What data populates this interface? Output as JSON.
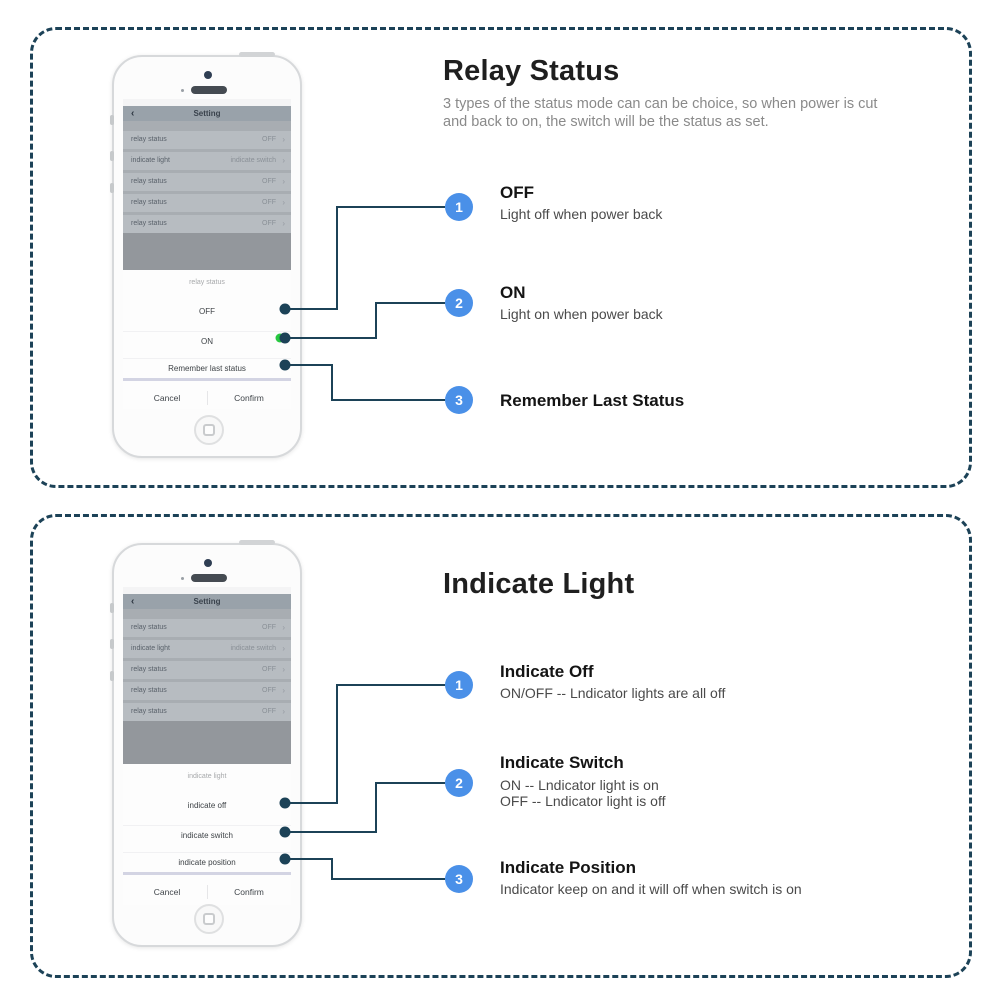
{
  "colors": {
    "accent_blue": "#4a90e8",
    "wire_navy": "#1c4257",
    "selected_green": "#27c840",
    "dash_border": "#1c4257"
  },
  "icons": {
    "back": "‹",
    "chevron": "›"
  },
  "panels": [
    {
      "title": "Relay Status",
      "subtitle": "3 types of the status mode can can be choice, so when power is cut and back to on, the switch will be the status as set.",
      "items": [
        {
          "num": "1",
          "heading": "OFF",
          "lines": [
            "Light off when power back"
          ]
        },
        {
          "num": "2",
          "heading": "ON",
          "lines": [
            "Light on when power back"
          ]
        },
        {
          "num": "3",
          "heading": "Remember Last Status",
          "lines": []
        }
      ],
      "phone": {
        "header": "Setting",
        "rows": [
          {
            "label": "relay status",
            "value": "OFF"
          },
          {
            "label": "indicate light",
            "value": "indicate switch"
          },
          {
            "label": "relay status",
            "value": "OFF"
          },
          {
            "label": "relay status",
            "value": "OFF"
          },
          {
            "label": "relay status",
            "value": "OFF"
          }
        ],
        "sheet": {
          "label": "relay status",
          "options": [
            "OFF",
            "ON",
            "Remember last status"
          ],
          "cancel": "Cancel",
          "confirm": "Confirm"
        }
      }
    },
    {
      "title": "Indicate Light",
      "subtitle": "",
      "items": [
        {
          "num": "1",
          "heading": "Indicate Off",
          "lines": [
            "ON/OFF -- Lndicator lights are all off"
          ]
        },
        {
          "num": "2",
          "heading": "Indicate Switch",
          "lines": [
            "ON -- Lndicator light is on",
            "OFF -- Lndicator light is off"
          ]
        },
        {
          "num": "3",
          "heading": "Indicate Position",
          "lines": [
            "Indicator keep on and it will off when switch is on"
          ]
        }
      ],
      "phone": {
        "header": "Setting",
        "rows": [
          {
            "label": "relay status",
            "value": "OFF"
          },
          {
            "label": "indicate light",
            "value": "indicate switch"
          },
          {
            "label": "relay status",
            "value": "OFF"
          },
          {
            "label": "relay status",
            "value": "OFF"
          },
          {
            "label": "relay status",
            "value": "OFF"
          }
        ],
        "sheet": {
          "label": "indicate light",
          "options": [
            "indicate off",
            "indicate switch",
            "indicate position"
          ],
          "cancel": "Cancel",
          "confirm": "Confirm"
        }
      }
    }
  ]
}
